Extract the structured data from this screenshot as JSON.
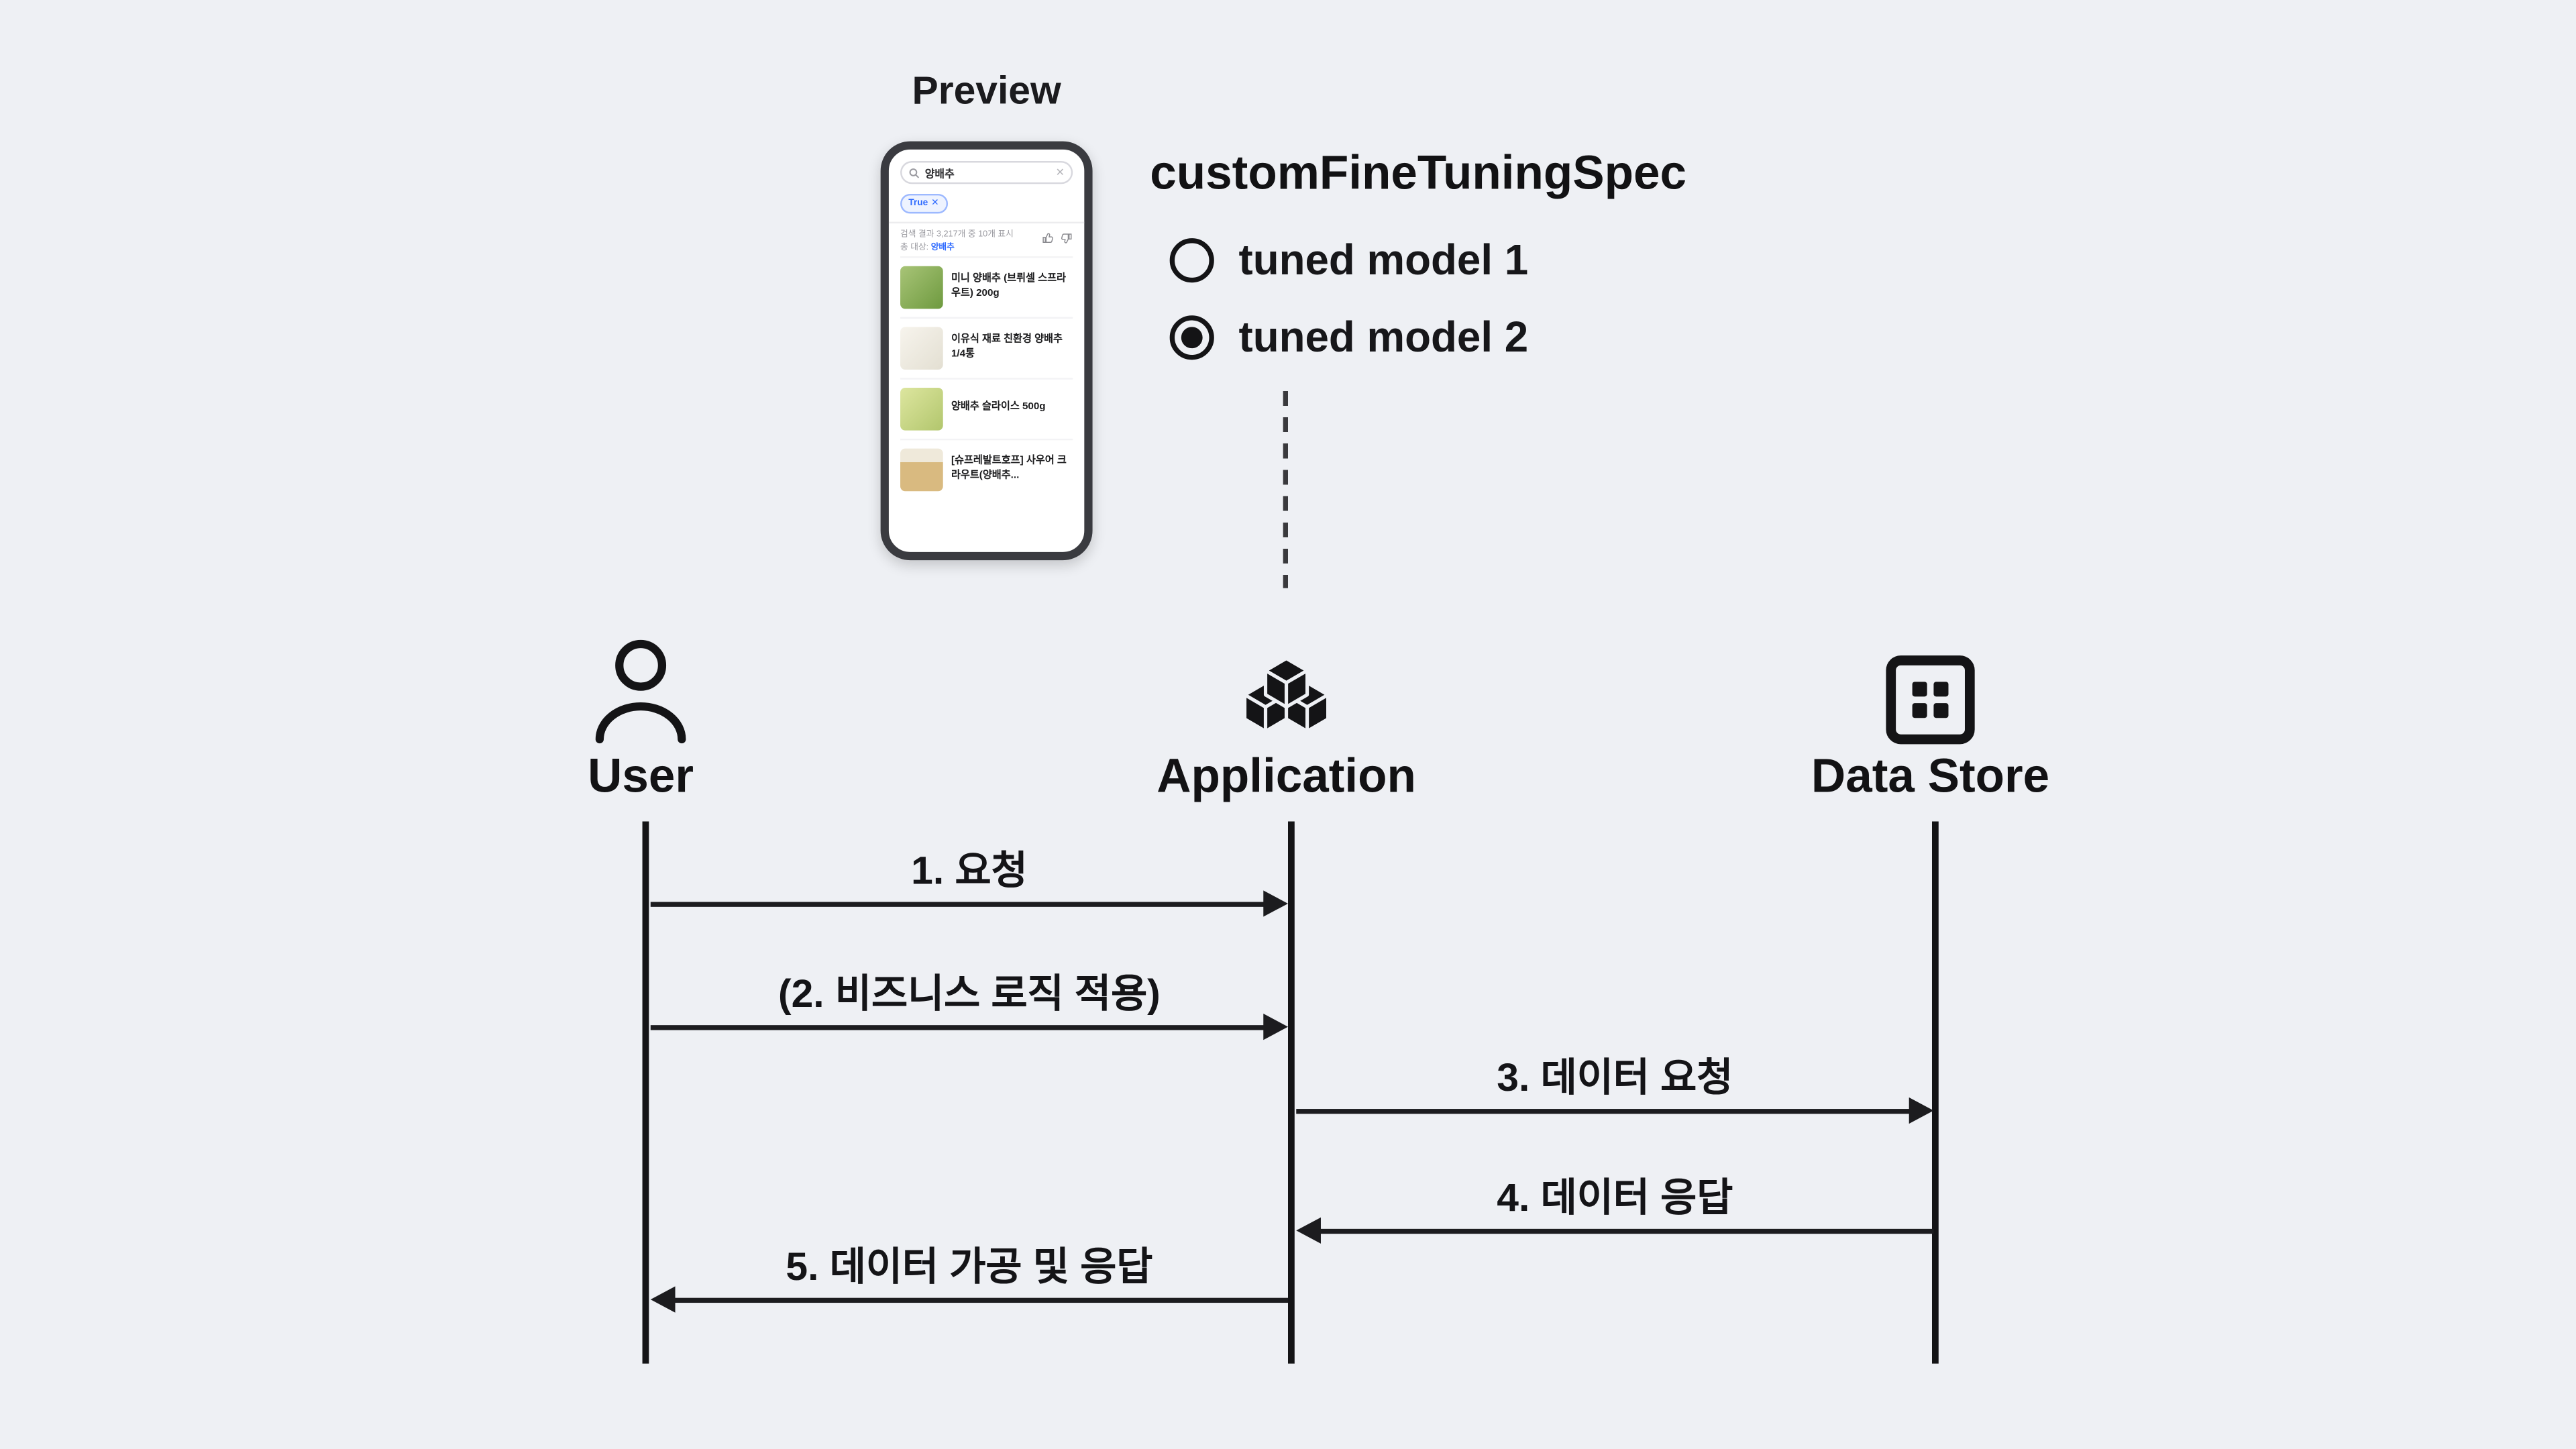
{
  "preview": {
    "title": "Preview",
    "phone": {
      "search_query": "양배추",
      "clear_icon": "✕",
      "filter_chip": "True",
      "filter_chip_close": "✕",
      "result_summary": "검색 결과 3,217개 중 10개 표시",
      "result_target_label": "총 대상:",
      "result_target_value": "양배추",
      "products": [
        {
          "name": "미니 양배추 (브뤼셀 스프라우트) 200g"
        },
        {
          "name": "이유식 재료 친환경 양배추 1/4통"
        },
        {
          "name": "양배추 슬라이스 500g"
        },
        {
          "name": "[슈프레발트호프] 사우어 크라우트(양배추..."
        }
      ]
    }
  },
  "spec": {
    "title": "customFineTuningSpec",
    "options": [
      {
        "label": "tuned model 1",
        "selected": false
      },
      {
        "label": "tuned model 2",
        "selected": true
      }
    ]
  },
  "actors": [
    {
      "label": "User",
      "icon": "person-icon"
    },
    {
      "label": "Application",
      "icon": "cubes-icon"
    },
    {
      "label": "Data Store",
      "icon": "datastore-icon"
    }
  ],
  "messages": [
    {
      "label": "1. 요청",
      "from": "User",
      "to": "Application",
      "direction": "right"
    },
    {
      "label": "(2. 비즈니스 로직 적용)",
      "from": "User",
      "to": "Application",
      "direction": "right"
    },
    {
      "label": "3. 데이터 요청",
      "from": "Application",
      "to": "Data Store",
      "direction": "right"
    },
    {
      "label": "4. 데이터 응답",
      "from": "Data Store",
      "to": "Application",
      "direction": "left"
    },
    {
      "label": "5. 데이터 가공 및 응답",
      "from": "Application",
      "to": "User",
      "direction": "left"
    }
  ],
  "colors": {
    "background": "#eef0f4",
    "line": "#141416",
    "accent_blue": "#2f6bff"
  }
}
